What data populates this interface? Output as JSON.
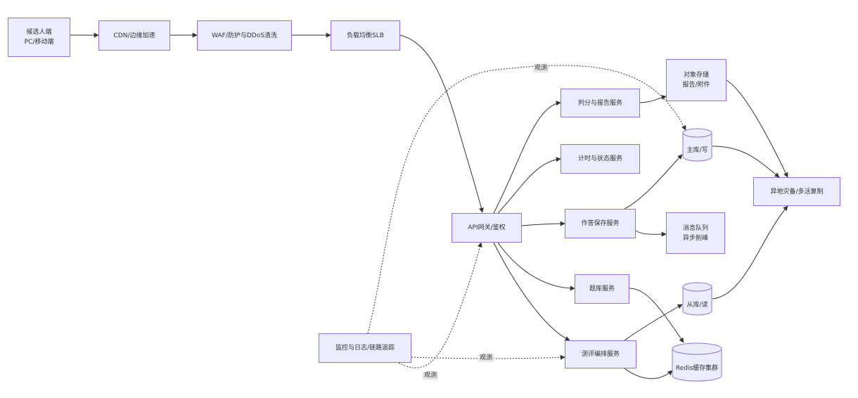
{
  "nodes": {
    "candidate": [
      "候选人端",
      "PC/移动端"
    ],
    "cdn": [
      "CDN/边缘加速"
    ],
    "waf": [
      "WAF/防护与DDoS清洗"
    ],
    "slb": [
      "负载均衡SLB"
    ],
    "gateway": [
      "API网关/鉴权"
    ],
    "scoring": [
      "判分与报告服务"
    ],
    "timing": [
      "计时与状态服务"
    ],
    "answer_save": [
      "作答保存服务"
    ],
    "question_bank": [
      "题库服务"
    ],
    "exam_compose": [
      "测评编排服务"
    ],
    "object_storage": [
      "对象存储",
      "报告/附件"
    ],
    "mq": [
      "消息队列",
      "异步削峰"
    ],
    "disaster": [
      "异地灾备/多活复制"
    ],
    "monitor": [
      "监控与日志/链路追踪"
    ]
  },
  "cylinders": {
    "master_db": "主库/写",
    "slave_db": "从库/读",
    "redis": "Redis缓存集群"
  },
  "edge_labels": {
    "observe_top": "观测",
    "observe_mid": "观测",
    "observe_bottom": "观测"
  },
  "colors": {
    "node_fill": "#ececff",
    "node_border": "#9370db",
    "edge": "#333333",
    "label_bg": "#e8e8e8"
  }
}
